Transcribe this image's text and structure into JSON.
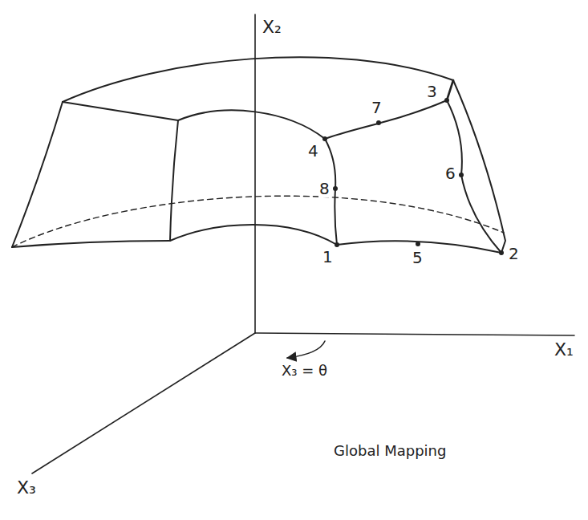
{
  "diagram": {
    "labels": [
      "X₂",
      "X₁",
      "X₃",
      "X₃ = θ",
      "Global Mapping",
      "1",
      "2",
      "3",
      "4",
      "5",
      "6",
      "7",
      "8"
    ]
  }
}
